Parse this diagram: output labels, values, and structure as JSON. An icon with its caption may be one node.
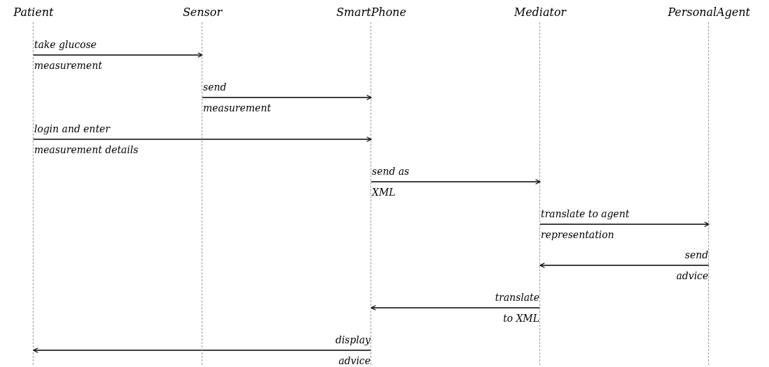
{
  "diagram": {
    "nodes": [
      {
        "text": [
          "Patient"
        ]
      },
      {
        "text": [
          "Sensor"
        ]
      },
      {
        "text": [
          "SmartPhone"
        ]
      },
      {
        "text": [
          "Mediator"
        ]
      },
      {
        "text": [
          "PersonalAgent"
        ]
      }
    ],
    "edges": [
      {
        "from": 0,
        "to": 1,
        "arrow": "to",
        "label": "take glucose measurement"
      },
      {
        "from": 1,
        "to": 2,
        "arrow": "to",
        "label": "send measurement"
      },
      {
        "from": 0,
        "to": 2,
        "arrow": "to",
        "label": "login and enter measurement details"
      },
      {
        "from": 2,
        "to": 3,
        "arrow": "to",
        "label": "send as XML"
      },
      {
        "from": 3,
        "to": 4,
        "arrow": "to",
        "label": "translate to agent representation"
      },
      {
        "from": 4,
        "to": 3,
        "arrow": "to",
        "label": "send advice"
      },
      {
        "from": 3,
        "to": 2,
        "arrow": "to",
        "label": "translate to XML"
      },
      {
        "from": 2,
        "to": 0,
        "arrow": "to",
        "label": "display advice"
      }
    ]
  }
}
